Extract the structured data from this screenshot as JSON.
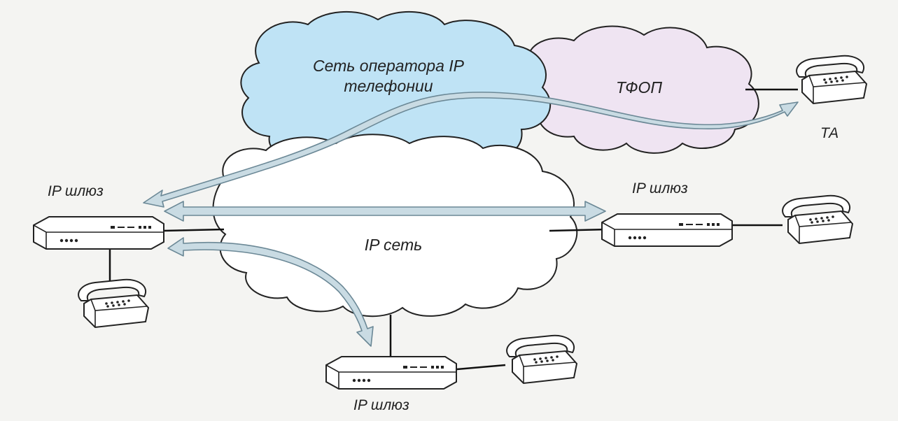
{
  "diagram": {
    "clouds": {
      "operator": {
        "label_line1": "Сеть оператора IP",
        "label_line2": "телефонии",
        "color": "#bfe3f5"
      },
      "pstn": {
        "label": "ТФОП",
        "color": "#efe4f2"
      },
      "ip_network": {
        "label": "IP сеть",
        "color": "#ffffff"
      }
    },
    "gateways": {
      "left": {
        "label": "IP шлюз"
      },
      "right": {
        "label": "IP шлюз"
      },
      "bottom": {
        "label": "IP шлюз"
      }
    },
    "phones": {
      "pstn_phone": {
        "label": "ТА"
      }
    },
    "colors": {
      "arrow_fill": "#c9dbe3",
      "arrow_stroke": "#6b8896",
      "line": "#111111"
    }
  }
}
